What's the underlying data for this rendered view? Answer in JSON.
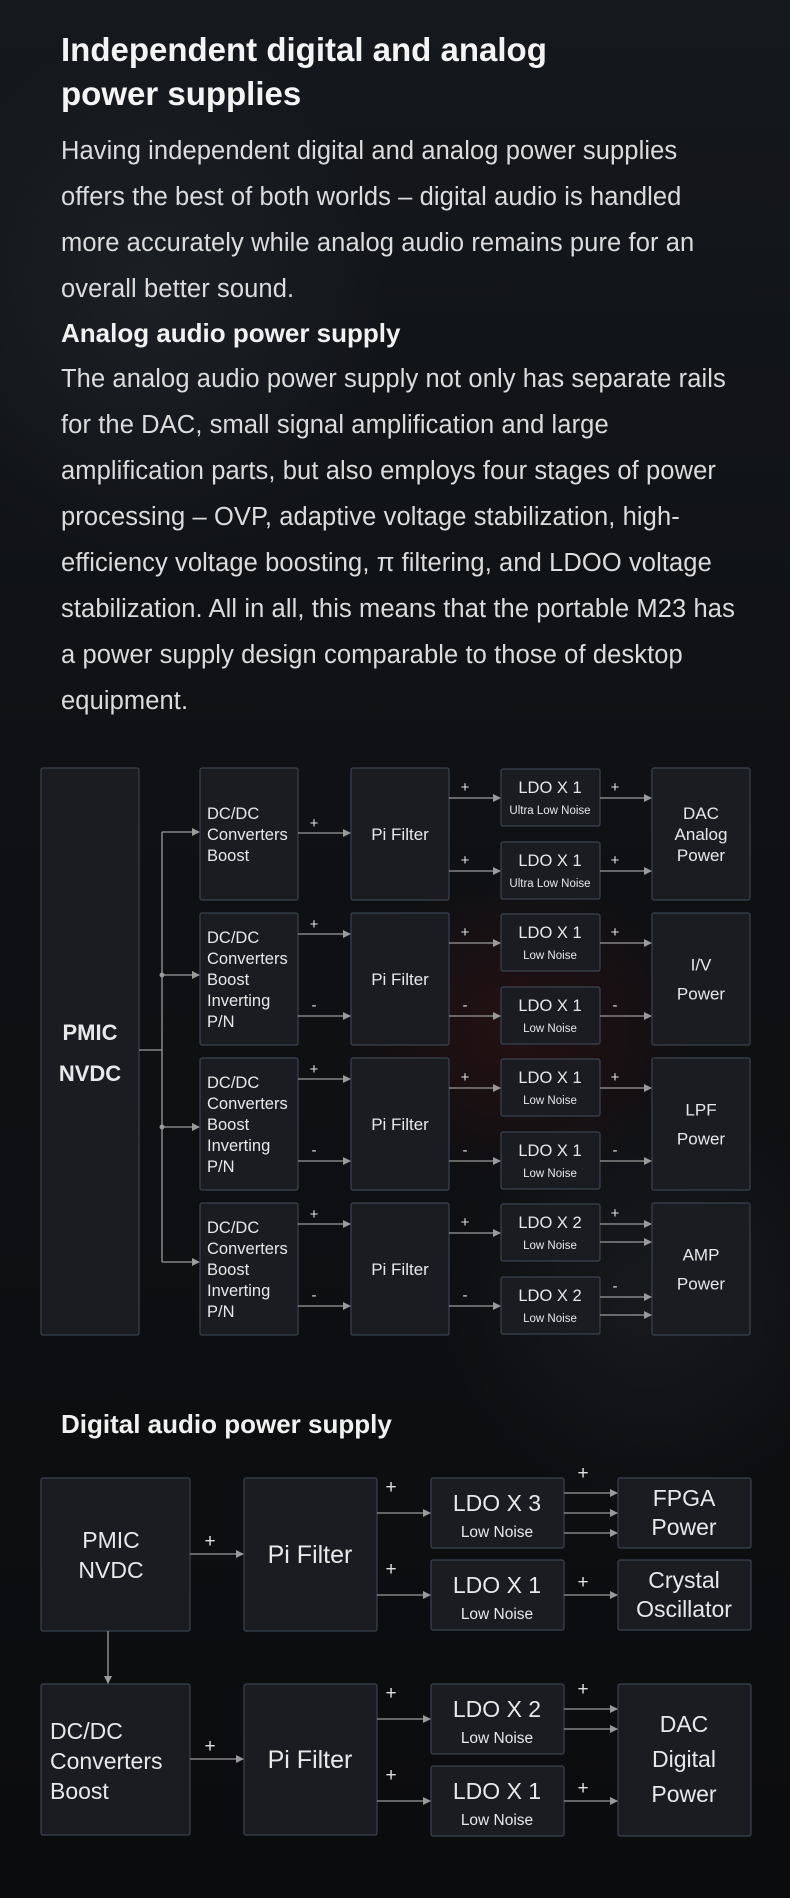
{
  "heading": "Independent digital and analog power supplies",
  "intro": "Having independent digital and analog power supplies offers the best of both worlds – digital audio is handled more accurately while analog audio remains pure for an overall better sound.",
  "analog_heading": "Analog audio power supply",
  "analog_body": "The analog audio power supply not only has separate rails for the DAC, small signal amplification and large amplification parts, but also employs four stages of power processing – OVP, adaptive voltage stabilization, high-efficiency voltage boosting, π filtering, and LDOO voltage stabilization. All in all, this means that the portable  M23 has a power supply design comparable to those of desktop equipment.",
  "digital_heading": "Digital audio power supply",
  "analog_diagram": {
    "pmic": [
      "PMIC",
      "NVDC"
    ],
    "pi_filter": "Pi Filter",
    "rows": [
      {
        "converter": [
          "DC/DC",
          "Converters",
          "Boost"
        ],
        "ldo_top": {
          "title": "LDO X 1",
          "sub": "Ultra Low Noise"
        },
        "ldo_bottom": {
          "title": "LDO X 1",
          "sub": "Ultra Low Noise"
        },
        "output": [
          "DAC",
          "Analog",
          "Power"
        ]
      },
      {
        "converter": [
          "DC/DC",
          "Converters",
          "Boost",
          "Inverting",
          "P/N"
        ],
        "ldo_top": {
          "title": "LDO X 1",
          "sub": "Low Noise"
        },
        "ldo_bottom": {
          "title": "LDO X 1",
          "sub": "Low Noise"
        },
        "output": [
          "I/V",
          "Power"
        ]
      },
      {
        "converter": [
          "DC/DC",
          "Converters",
          "Boost",
          "Inverting",
          "P/N"
        ],
        "ldo_top": {
          "title": "LDO X 1",
          "sub": "Low Noise"
        },
        "ldo_bottom": {
          "title": "LDO X 1",
          "sub": "Low Noise"
        },
        "output": [
          "LPF",
          "Power"
        ]
      },
      {
        "converter": [
          "DC/DC",
          "Converters",
          "Boost",
          "Inverting",
          "P/N"
        ],
        "ldo_top": {
          "title": "LDO X 2",
          "sub": "Low Noise"
        },
        "ldo_bottom": {
          "title": "LDO X 2",
          "sub": "Low Noise"
        },
        "output": [
          "AMP",
          "Power"
        ]
      }
    ]
  },
  "digital_diagram": {
    "pmic": [
      "PMIC",
      "NVDC"
    ],
    "converter": [
      "DC/DC",
      "Converters",
      "Boost"
    ],
    "pi_filter": "Pi Filter",
    "ldos": [
      {
        "title": "LDO  X 3",
        "sub": "Low Noise"
      },
      {
        "title": "LDO  X 1",
        "sub": "Low Noise"
      },
      {
        "title": "LDO  X 2",
        "sub": "Low Noise"
      },
      {
        "title": "LDO  X 1",
        "sub": "Low Noise"
      }
    ],
    "outputs": [
      [
        "FPGA",
        "Power"
      ],
      [
        "Crystal",
        "Oscillator"
      ],
      [
        "DAC",
        "Digital",
        "Power"
      ]
    ]
  },
  "signs": {
    "plus": "+",
    "minus": "-"
  },
  "colors": {
    "box_fill": "#1a1c22",
    "box_stroke": "#3a4250",
    "line": "#9a9a9a"
  }
}
